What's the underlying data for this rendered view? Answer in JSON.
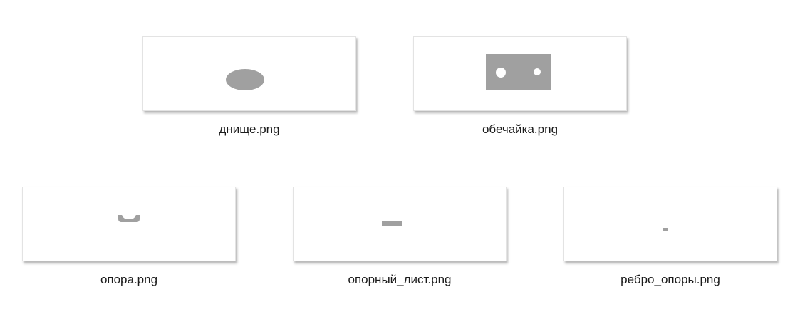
{
  "files": [
    {
      "name": "днище.png",
      "preview_icon": "ellipse-preview"
    },
    {
      "name": "обечайка.png",
      "preview_icon": "rectangle-with-holes-preview"
    },
    {
      "name": "опора.png",
      "preview_icon": "saddle-preview"
    },
    {
      "name": "опорный_лист.png",
      "preview_icon": "bar-preview"
    },
    {
      "name": "ребро_опоры.png",
      "preview_icon": "dot-preview"
    }
  ],
  "colors": {
    "background": "#ffffff",
    "preview_shape": "#a0a0a0",
    "label_text": "#1b1b1b"
  }
}
